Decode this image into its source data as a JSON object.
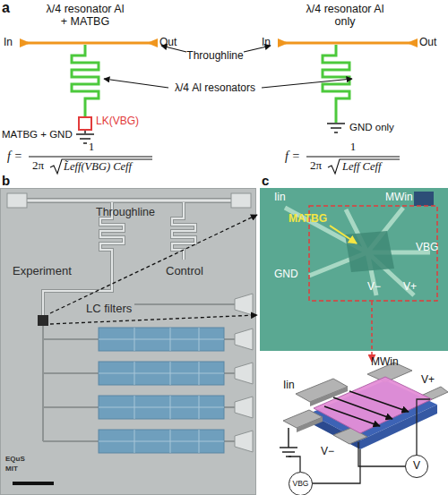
{
  "diagram": {
    "nodes": [
      {
        "text": [
          "LK(VBG)"
        ]
      },
      {
        "text": [
          "V"
        ]
      },
      {
        "text": [
          "VBG"
        ]
      }
    ],
    "labels": [
      "a",
      "λ/4 resonator Al + MATBG",
      "In",
      "Out",
      "λ/4 resonator Al only",
      "In",
      "Out",
      "Throughline",
      "λ/4 Al resonators",
      "MATBG + GND",
      "GND only",
      "f =",
      "1",
      "2π",
      "L̃eff(VBG) Ceff",
      "f =",
      "1",
      "2π",
      "Leff Ceff",
      "b",
      "Throughline",
      "Experiment",
      "Control",
      "LC filters",
      "EQuS",
      "MIT",
      "c",
      "Iin",
      "MWin",
      "MATBG",
      "VBG",
      "GND",
      "V−",
      "V+",
      "Iin",
      "MWin",
      "V+",
      "V−"
    ]
  }
}
